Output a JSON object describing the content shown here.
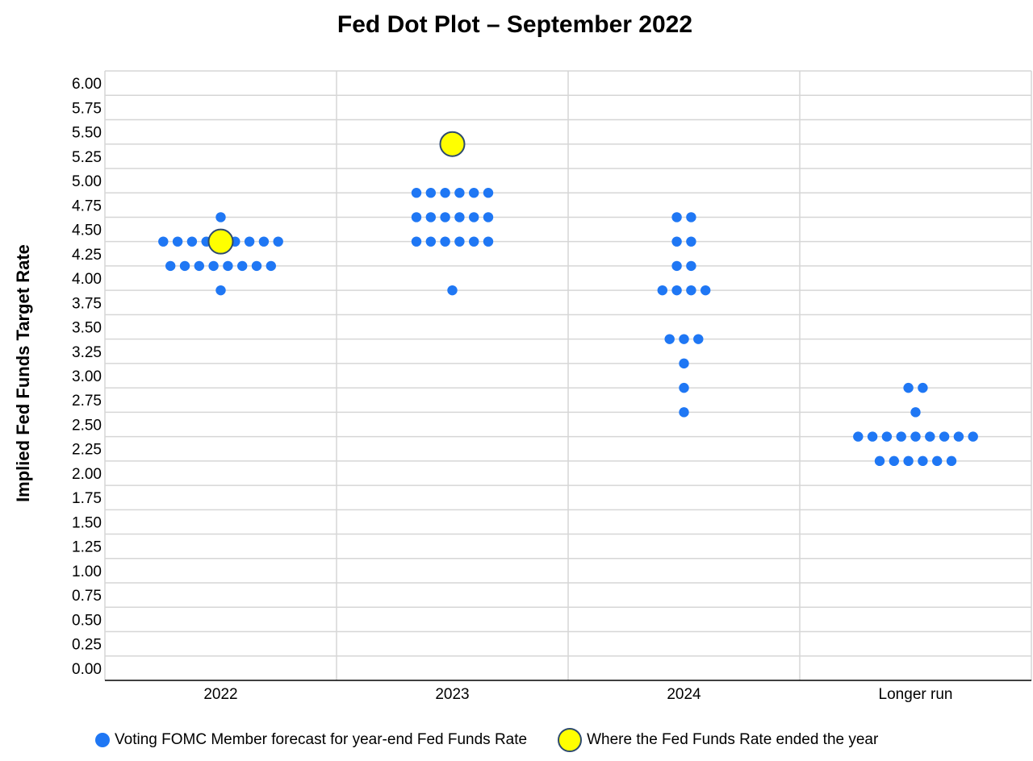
{
  "chart_data": {
    "type": "scatter",
    "title": "Fed Dot Plot – September 2022",
    "xlabel": "",
    "ylabel": "Implied Fed Funds Target Rate",
    "categories": [
      "2022",
      "2023",
      "2024",
      "Longer run"
    ],
    "y_ticks": [
      "0.00",
      "0.25",
      "0.50",
      "0.75",
      "1.00",
      "1.25",
      "1.50",
      "1.75",
      "2.00",
      "2.25",
      "2.50",
      "2.75",
      "3.00",
      "3.25",
      "3.50",
      "3.75",
      "4.00",
      "4.25",
      "4.50",
      "4.75",
      "5.00",
      "5.25",
      "5.50",
      "5.75",
      "6.00"
    ],
    "ylim": [
      0,
      6
    ],
    "grid": true,
    "legend_position": "bottom",
    "series": [
      {
        "name": "Voting FOMC Member forecast for year-end Fed Funds Rate",
        "color": "#1f77f4",
        "points": [
          {
            "category": "2022",
            "y": 4.625,
            "count": 1
          },
          {
            "category": "2022",
            "y": 4.375,
            "count": 9
          },
          {
            "category": "2022",
            "y": 4.125,
            "count": 8
          },
          {
            "category": "2022",
            "y": 3.875,
            "count": 1
          },
          {
            "category": "2023",
            "y": 4.875,
            "count": 6
          },
          {
            "category": "2023",
            "y": 4.625,
            "count": 6
          },
          {
            "category": "2023",
            "y": 4.375,
            "count": 6
          },
          {
            "category": "2023",
            "y": 3.875,
            "count": 1
          },
          {
            "category": "2024",
            "y": 4.625,
            "count": 2
          },
          {
            "category": "2024",
            "y": 4.375,
            "count": 2
          },
          {
            "category": "2024",
            "y": 4.125,
            "count": 2
          },
          {
            "category": "2024",
            "y": 3.875,
            "count": 4
          },
          {
            "category": "2024",
            "y": 3.375,
            "count": 3
          },
          {
            "category": "2024",
            "y": 3.125,
            "count": 1
          },
          {
            "category": "2024",
            "y": 2.875,
            "count": 1
          },
          {
            "category": "2024",
            "y": 2.625,
            "count": 1
          },
          {
            "category": "Longer run",
            "y": 2.875,
            "count": 2
          },
          {
            "category": "Longer run",
            "y": 2.625,
            "count": 1
          },
          {
            "category": "Longer run",
            "y": 2.375,
            "count": 9
          },
          {
            "category": "Longer run",
            "y": 2.125,
            "count": 6
          }
        ]
      },
      {
        "name": "Where the Fed Funds Rate ended the year",
        "color": "#ffff00",
        "points": [
          {
            "category": "2022",
            "y": 4.375
          },
          {
            "category": "2023",
            "y": 5.375
          }
        ]
      }
    ]
  }
}
